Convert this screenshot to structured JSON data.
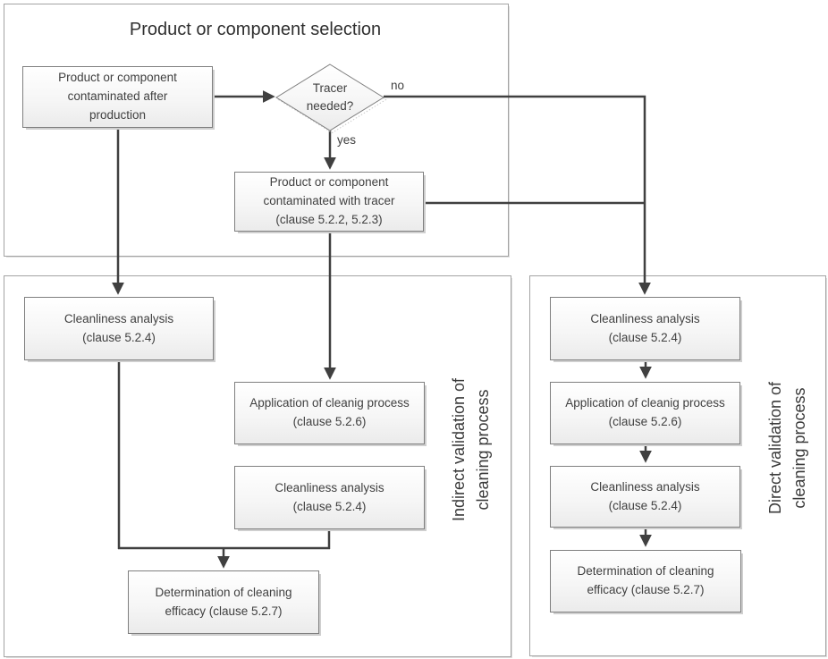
{
  "selection": {
    "title": "Product or component selection",
    "production_box": "Product or component\ncontaminated after\nproduction",
    "decision_label": "Tracer\nneeded?",
    "no_label": "no",
    "yes_label": "yes",
    "tracer_box": "Product or component\ncontaminated with tracer\n(clause 5.2.2, 5.2.3)"
  },
  "indirect": {
    "section_label": "Indirect validation of\ncleaning process",
    "cleanliness_1": "Cleanliness analysis\n(clause 5.2.4)",
    "application": "Application of cleanig process\n(clause 5.2.6)",
    "cleanliness_2": "Cleanliness analysis\n(clause 5.2.4)",
    "determination": "Determination of cleaning\nefficacy (clause 5.2.7)"
  },
  "direct": {
    "section_label": "Direct validation of\ncleaning process",
    "cleanliness_1": "Cleanliness analysis\n(clause 5.2.4)",
    "application": "Application of cleanig process\n(clause 5.2.6)",
    "cleanliness_2": "Cleanliness analysis\n(clause 5.2.4)",
    "determination": "Determination of cleaning\nefficacy (clause 5.2.7)"
  },
  "colors": {
    "line": "#404040",
    "box_border": "#7f7f7f",
    "container_border": "#a3a3a3",
    "text": "#404040"
  }
}
